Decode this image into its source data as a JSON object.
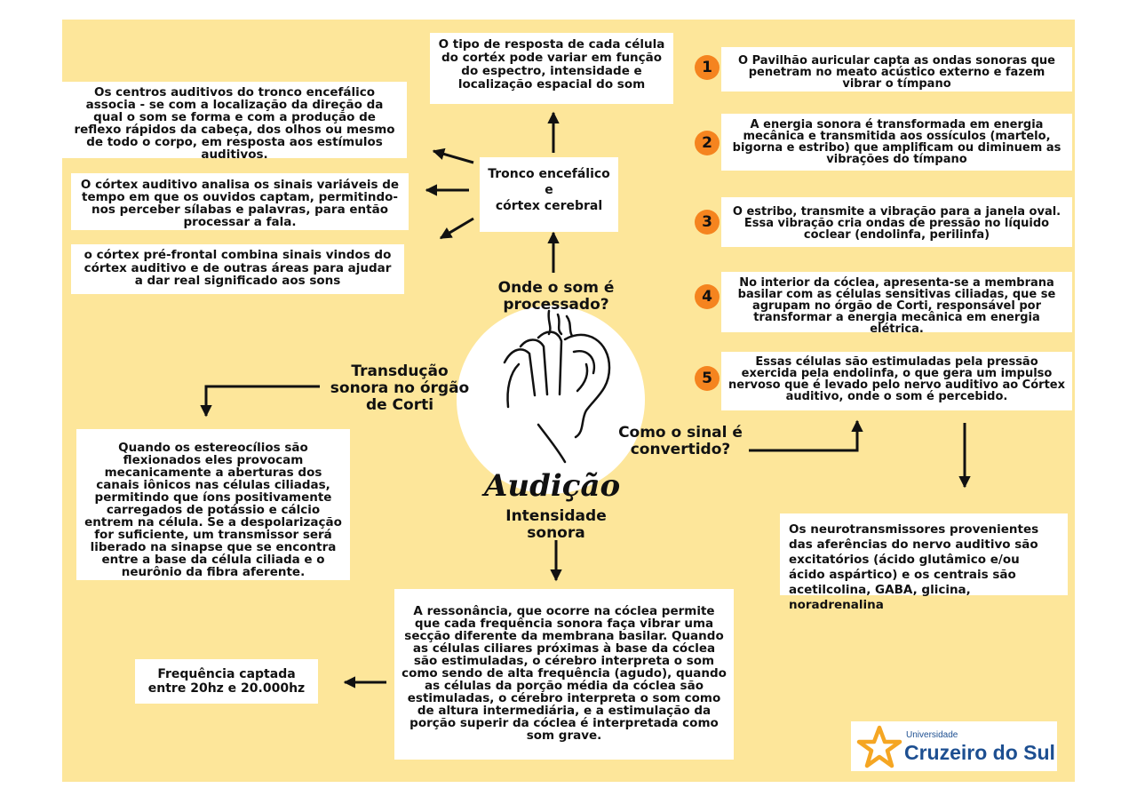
{
  "top_box": "O tipo de resposta de cada célula do cortéx pode variar em função do espectro, intensidade e localização espacial do som",
  "left_boxes": [
    "Os centros auditivos do tronco encefálico associa - se com a localização da direção da qual o som se forma e com a produção de reflexo rápidos da cabeça, dos olhos ou mesmo de todo o corpo, em resposta aos estímulos auditivos.",
    "O córtex auditivo analisa os sinais variáveis de tempo em que os ouvidos captam, permitindo-nos perceber sílabas e palavras, para então processar a fala.",
    "o córtex pré-frontal combina sinais vindos do córtex auditivo e de outras áreas para ajudar a dar real significado aos sons"
  ],
  "center_node": [
    "Tronco encefálico",
    "e",
    "córtex cerebral"
  ],
  "branches": {
    "processed": "Onde o som é processado?",
    "transduction": "Transdução sonora no órgão de Corti",
    "converted": "Como o sinal é convertido?",
    "intensity": "Intensidade sonora"
  },
  "title": "Audição",
  "steps": [
    {
      "number": "1",
      "text": "O Pavilhão auricular capta as ondas sonoras que penetram no meato acústico externo e fazem vibrar o tímpano"
    },
    {
      "number": "2",
      "text": "A energia sonora é transformada em energia mecânica e transmitida aos ossículos (martelo, bigorna e estribo) que amplificam ou diminuem as vibrações do tímpano"
    },
    {
      "number": "3",
      "text": "O estribo, transmite a vibração para a janela oval. Essa vibração cria ondas de pressão no líquido coclear (endolinfa, perilinfa)"
    },
    {
      "number": "4",
      "text": "No interior da cóclea, apresenta-se a membrana basilar com as células sensitivas ciliadas, que se agrupam no órgão de Corti, responsável por transformar a energia mecânica em energia elétrica."
    },
    {
      "number": "5",
      "text": "Essas células são estimuladas pela pressão exercida pela endolinfa, o que gera um impulso nervoso que é levado pelo nervo auditivo ao Córtex auditivo, onde o som é percebido."
    }
  ],
  "neuro_box": "Os neurotransmissores provenientes das aferências do nervo auditivo são excitatórios (ácido glutâmico e/ou ácido aspártico) e os centrais são acetilcolina, GABA, glicina, noradrenalina",
  "corti_box": "Quando os estereocílios são flexionados eles provocam mecanicamente a aberturas dos canais iônicos nas células ciliadas, permitindo que íons positivamente carregados de potássio e cálcio entrem na célula. Se a despolarização for suficiente, um transmissor será liberado na sinapse que se encontra entre a base da célula ciliada e o neurônio da fibra aferente.",
  "resonance_box": "A ressonância, que ocorre na cóclea permite que cada frequência sonora faça vibrar uma secção diferente da membrana basilar. Quando as células ciliares próximas à base da cóclea são estimuladas, o cérebro interpreta o som como sendo de alta frequência (agudo), quando as células da porção média da cóclea são estimuladas, o cérebro interpreta o som como de altura intermediária, e a estimulação da porção superir da cóclea é interpretada como som grave.",
  "frequency_box": "Frequência captada entre 20hz e 20.000hz",
  "logo": {
    "line1": "Universidade",
    "line2": "Cruzeiro do Sul"
  },
  "colors": {
    "background": "#fde69a",
    "badge": "#f5841f",
    "logo_blue": "#1d4f91",
    "logo_star": "#f5a623"
  }
}
